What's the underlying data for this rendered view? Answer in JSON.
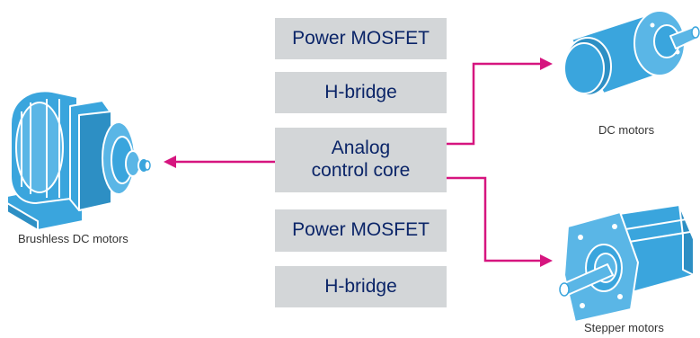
{
  "blocks": [
    "Power MOSFET",
    "H-bridge",
    "Analog control core",
    "Power MOSFET",
    "H-bridge"
  ],
  "motors": {
    "bldc": {
      "label": "Brushless DC motors",
      "icon": "brushless-dc-motor-icon"
    },
    "dc": {
      "label": "DC motors",
      "icon": "dc-motor-icon"
    },
    "stepper": {
      "label": "Stepper motors",
      "icon": "stepper-motor-icon"
    }
  },
  "colors": {
    "block_fill": "#d3d6d8",
    "block_text": "#0b2568",
    "arrow": "#d6157f",
    "motor_icon": "#3aa5dd"
  }
}
